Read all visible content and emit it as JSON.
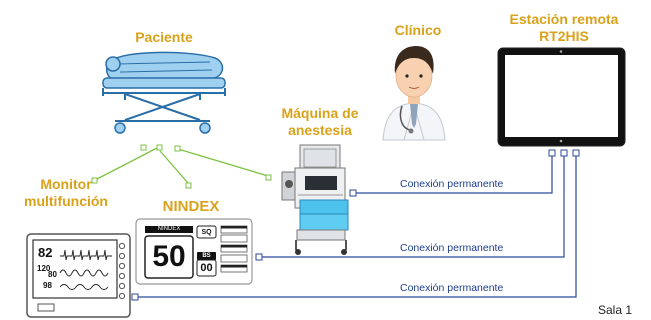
{
  "labels": {
    "patient": "Paciente",
    "clinician": "Clínico",
    "remote_station": "Estación remota RT2HIS",
    "anesthesia_machine": "Máquina de anestesia",
    "monitor": "Monitor multifunción",
    "nindex": "NINDEX"
  },
  "connections": [
    {
      "label": "Conexión permanente"
    },
    {
      "label": "Conexión permanente"
    },
    {
      "label": "Conexión permanente"
    }
  ],
  "room": "Sala 1",
  "monitor_screen": {
    "hr": "82",
    "bp_sys": "120",
    "bp_dia": "80",
    "spo2": "98"
  },
  "nindex_device": {
    "title": "NINDEX",
    "value": "50",
    "sq_label": "SQ",
    "bs_label": "BS",
    "bs_value": "00"
  },
  "colors": {
    "label_gold": "#d9a21b",
    "green_link": "#7cc242",
    "blue_link": "#2a4a9a"
  }
}
